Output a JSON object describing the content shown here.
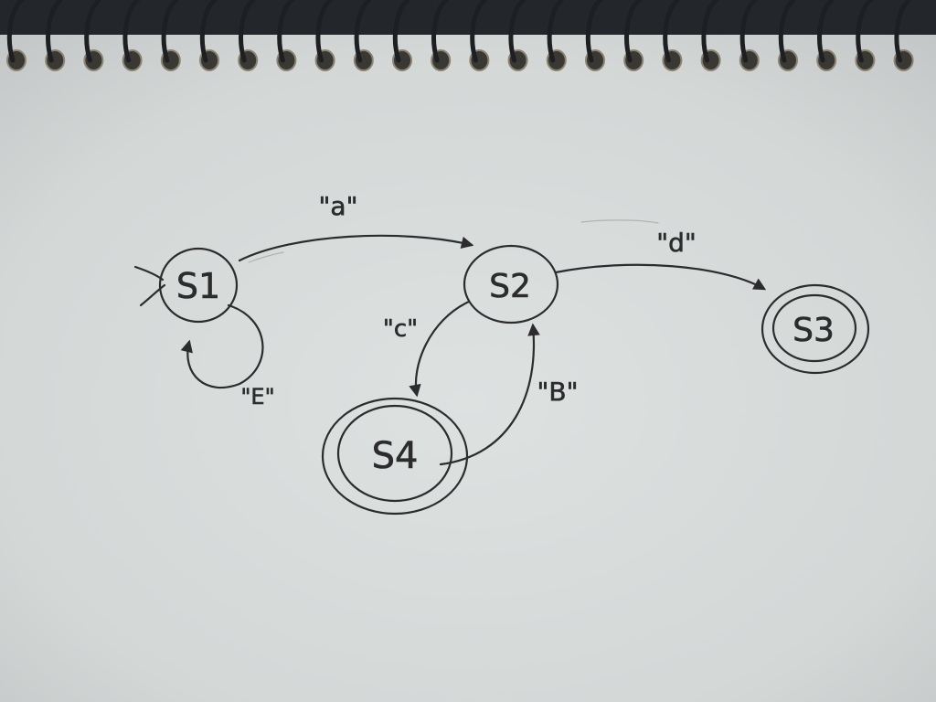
{
  "diagram": {
    "type": "finite-state-machine",
    "states": [
      {
        "id": "s1",
        "label": "S1",
        "accepting": false,
        "start": true
      },
      {
        "id": "s2",
        "label": "S2",
        "accepting": false,
        "start": false
      },
      {
        "id": "s3",
        "label": "S3",
        "accepting": true,
        "start": false
      },
      {
        "id": "s4",
        "label": "S4",
        "accepting": true,
        "start": false
      }
    ],
    "transitions": [
      {
        "from": "s1",
        "to": "s2",
        "label": "\"a\""
      },
      {
        "from": "s1",
        "to": "s1",
        "label": "\"E\""
      },
      {
        "from": "s2",
        "to": "s3",
        "label": "\"d\""
      },
      {
        "from": "s2",
        "to": "s4",
        "label": "\"c\""
      },
      {
        "from": "s4",
        "to": "s2",
        "label": "\"B\""
      }
    ]
  },
  "colors": {
    "paper": "#d6dad9",
    "ink": "#2c2c2e",
    "spiral": "#1e1f22"
  }
}
